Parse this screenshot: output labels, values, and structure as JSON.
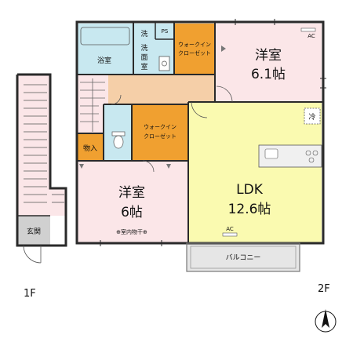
{
  "rooms": {
    "bath": "浴室",
    "washroom_top": "洗",
    "washroom_vertical": [
      "洗",
      "面",
      "室"
    ],
    "ps": "PS",
    "walkin_closet_1": [
      "ウォークイン",
      "クローゼット"
    ],
    "western_room_1": {
      "name": "洋室",
      "size": "6.1帖"
    },
    "ac_1": "AC",
    "fridge": "冷",
    "storage": "物入",
    "walkin_closet_2": [
      "ウォークイン",
      "クローゼット"
    ],
    "western_room_2": {
      "name": "洋室",
      "size": "6帖"
    },
    "indoor_drying": "⊕室内物干⊕",
    "ldk": {
      "name": "LDK",
      "size": "12.6帖"
    },
    "ac_2": "AC",
    "balcony": "バルコニー",
    "entrance": "玄関"
  },
  "floors": {
    "first": "1F",
    "second": "2F"
  },
  "colors": {
    "bath": "#c8e8f0",
    "washroom": "#c8e8f0",
    "closet": "#f0a030",
    "western": "#fbe6e8",
    "hall": "#f5cfa8",
    "ldk": "#fafab0",
    "entrance": "#d0d0d0",
    "wall": "#2a2a2a"
  }
}
